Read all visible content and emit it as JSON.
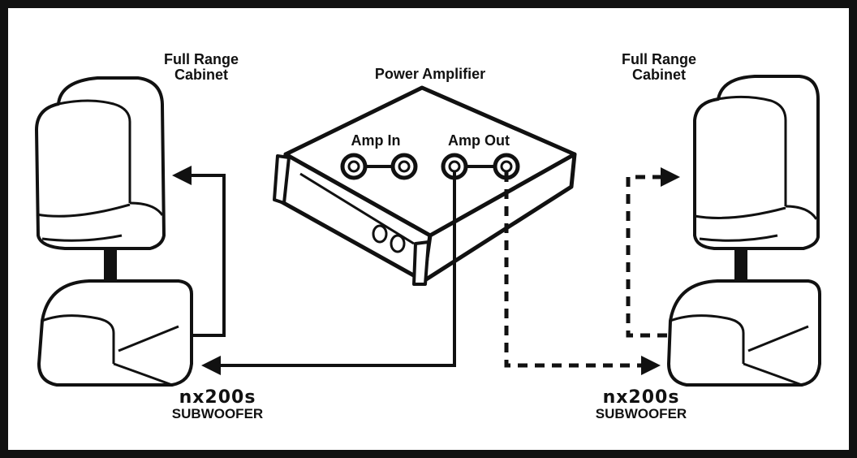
{
  "labels": {
    "left_cabinet_line1": "Full Range",
    "left_cabinet_line2": "Cabinet",
    "right_cabinet_line1": "Full Range",
    "right_cabinet_line2": "Cabinet",
    "amplifier": "Power Amplifier",
    "amp_in": "Amp In",
    "amp_out": "Amp Out",
    "left_model": "nx200s",
    "left_sub": "SUBWOOFER",
    "right_model": "nx200s",
    "right_sub": "SUBWOOFER"
  },
  "colors": {
    "ink": "#111111",
    "background": "#ffffff"
  }
}
